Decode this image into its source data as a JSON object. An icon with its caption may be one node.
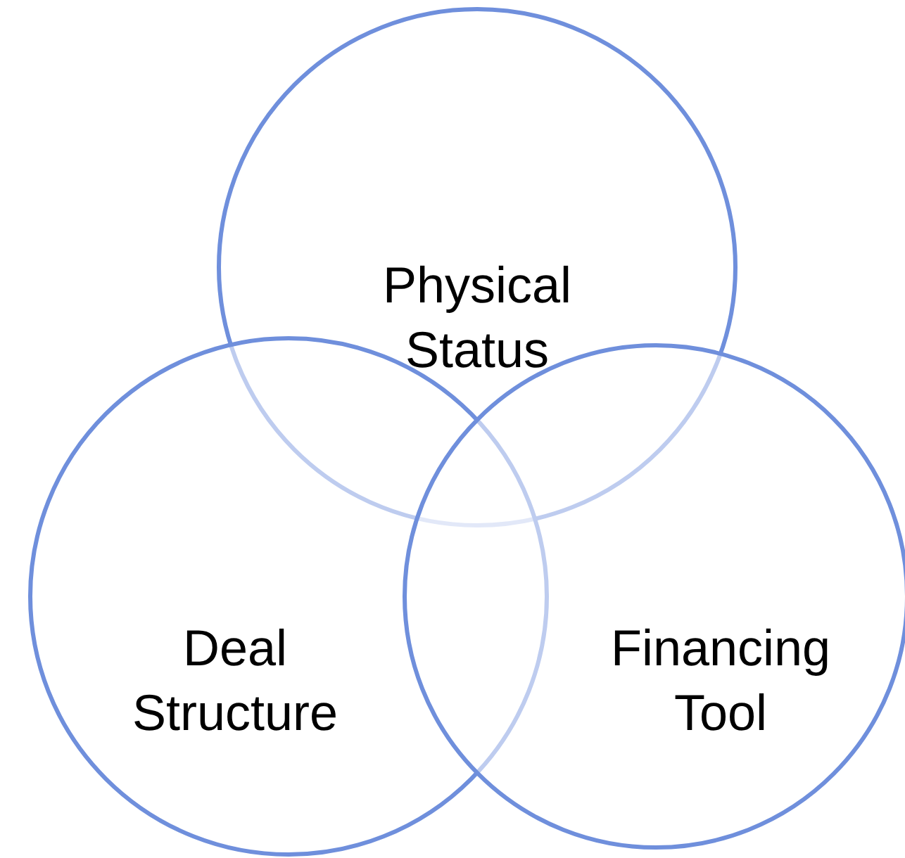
{
  "diagram": {
    "nodes": [
      {
        "text": [
          "Physical Status"
        ]
      },
      {
        "text": [
          "Deal Structure"
        ]
      },
      {
        "text": [
          "Financing Tool"
        ]
      }
    ],
    "edges": []
  }
}
